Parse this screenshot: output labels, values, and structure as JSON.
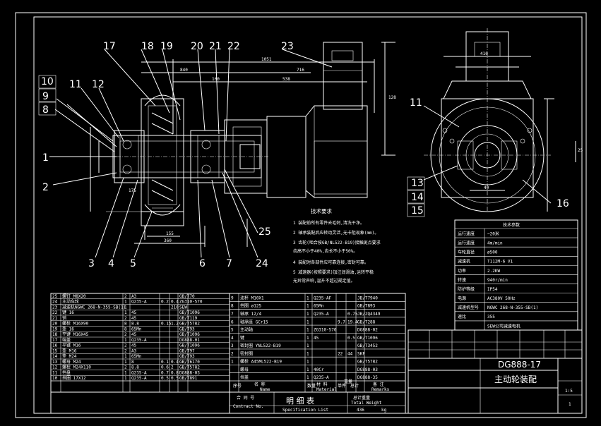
{
  "part_labels": [
    {
      "n": "1"
    },
    {
      "n": "2"
    },
    {
      "n": "3"
    },
    {
      "n": "4"
    },
    {
      "n": "5"
    },
    {
      "n": "6"
    },
    {
      "n": "7"
    },
    {
      "n": "8"
    },
    {
      "n": "9"
    },
    {
      "n": "10"
    },
    {
      "n": "11"
    },
    {
      "n": "12"
    },
    {
      "n": "13"
    },
    {
      "n": "14"
    },
    {
      "n": "15"
    },
    {
      "n": "16"
    },
    {
      "n": "17"
    },
    {
      "n": "18"
    },
    {
      "n": "19"
    },
    {
      "n": "20"
    },
    {
      "n": "21"
    },
    {
      "n": "22"
    },
    {
      "n": "23"
    },
    {
      "n": "24"
    },
    {
      "n": "25"
    },
    {
      "n": "11"
    }
  ],
  "dimensions": [
    "1051",
    "840",
    "716",
    "538",
    "160",
    "175",
    "155",
    "360",
    "410",
    "128",
    "25",
    "40"
  ],
  "tech_req": {
    "title": "技术要求",
    "items": [
      "1  装配前所有零件去毛刺,清洗干净。",
      "2  轴承装配后应转动灵活,无卡阻现象(mm)。",
      "3  齿轮(啮合按GB/NL522-B19)接触斑点要求",
      "   齿高不小于40%,齿长不小于50%。",
      "4  装配时各部件应可靠连接,密封可靠。",
      "5  减速器(按照要求)加注润滑油,运转平稳",
      "   无异常声响,温升不超过规定值。"
    ]
  },
  "spec_box": {
    "title": "技术参数",
    "rows": [
      [
        "运行速度",
        "~20米"
      ],
      [
        "运行速度",
        "4m/min"
      ],
      [
        "车轮直径",
        "ø500"
      ],
      [
        "减速机",
        "T112M-6 V1"
      ],
      [
        "功率",
        "2.2KW"
      ],
      [
        "转速",
        "940r/min"
      ],
      [
        "防护等级",
        "IP54"
      ],
      [
        "电源",
        "AC380V 50Hz"
      ],
      [
        "减速机型号",
        "NGWC 268-N-355-SB(1)"
      ],
      [
        "速比",
        "355"
      ],
      [
        "",
        "SEW公司减速电机"
      ]
    ]
  },
  "bom_left": [
    [
      "25",
      "螺钉 M8X20",
      "2",
      "A3",
      "",
      "",
      "GB/T70"
    ],
    [
      "24",
      "主动车轮",
      "1",
      "Q235-A",
      "0.2",
      "0.4",
      "ZG310-570"
    ],
    [
      "23",
      "减速机NGWC 268-N-355-SB(1)",
      "1",
      "",
      "",
      "210",
      "SEW"
    ],
    [
      "22",
      "键 16",
      "1",
      "45",
      "",
      "",
      "GB/T1096"
    ],
    [
      "21",
      "销",
      "2",
      "45",
      "",
      "",
      "GB/T119"
    ],
    [
      "20",
      "螺栓 M16X90",
      "8",
      "8.8",
      "0.15",
      "1.2",
      "GB/T5782"
    ],
    [
      "19",
      "垫 16",
      "8",
      "65Mn",
      "",
      "",
      "GB/T93"
    ],
    [
      "18",
      "平键 M16X45",
      "2",
      "45",
      "",
      "",
      "GB/T1096"
    ],
    [
      "17",
      "端盖",
      "1",
      "Q235-A",
      "",
      "",
      "DG888-01"
    ],
    [
      "16",
      "平键 M16",
      "2",
      "45",
      "",
      "",
      "GB/T1096"
    ],
    [
      "15",
      "垫 M16",
      "2",
      "A3",
      "",
      "",
      "GB/T97"
    ],
    [
      "14",
      "垫 M24",
      "1",
      "65Mn",
      "",
      "",
      "GB/T93"
    ],
    [
      "13",
      "螺母 M24",
      "1",
      "8",
      "0.1",
      "0.4",
      "GB/T6170"
    ],
    [
      "12",
      "螺栓 M24X110",
      "2",
      "8.8",
      "0.6",
      "2",
      "GB/T5782"
    ],
    [
      "11",
      "挡盘",
      "1",
      "Q235-A",
      "0.7",
      "0.8",
      "DG888-03"
    ],
    [
      "10",
      "挡圈 17X12",
      "1",
      "Q235-A",
      "0.5",
      "0.5",
      "GB/T891"
    ]
  ],
  "bom_right": [
    [
      "9",
      "油杯 M10X1",
      "1",
      "Q235-AF",
      "",
      "",
      "JB/T7940"
    ],
    [
      "8",
      "挡圈 ø125",
      "1",
      "65Mn",
      "",
      "",
      "GB/T893"
    ],
    [
      "7",
      "轴承 12/4",
      "1",
      "Q235-A",
      "",
      "0.75",
      "JB/ZQ4349"
    ],
    [
      "6",
      "轴承座 GCr15",
      "1",
      "",
      "9.7",
      "19.4",
      "GB/T288"
    ],
    [
      "5",
      "主动轴",
      "1",
      "ZG310-570",
      "",
      "",
      "DG888-02"
    ],
    [
      "4",
      "键",
      "1",
      "45",
      "",
      "0.5",
      "GB/T1096"
    ],
    [
      "3",
      "密封圈 YNL522-B19",
      "1",
      "",
      "",
      "",
      "GB/T3452"
    ],
    [
      "2",
      "密封圈",
      "1",
      "",
      "22",
      "44",
      "SKF"
    ],
    [
      "1",
      "螺栓 A45ML522-B19",
      "1",
      "",
      "",
      "",
      "GB/T5782"
    ],
    [
      "",
      "螺母",
      "1",
      "40Cr",
      "",
      "",
      "DG888-03"
    ],
    [
      "",
      "挡盖",
      "1",
      "Q235-A",
      "",
      "",
      "DG888-35"
    ]
  ],
  "bom_headers": {
    "seq": "序号",
    "name": "名 称",
    "qty": "数量",
    "material": "材 料",
    "unit": "单件",
    "total": "总计",
    "weight": "重量",
    "remark": "备 注",
    "name_en": "Name",
    "material_en": "Material",
    "remark_en": "Remarks"
  },
  "bom_footer": {
    "title_cn": "明 细 表",
    "title_en": "Specification List",
    "total_label": "总计重量",
    "total_label_en": "Total Weight",
    "total_value": "436",
    "unit": "kg",
    "left1": "合 同 号",
    "left2": "Contract No."
  },
  "title_block": {
    "drawing_no": "DG888-17",
    "drawing_name": "主动轮装配",
    "scale": "1:5",
    "sheet": "1"
  }
}
